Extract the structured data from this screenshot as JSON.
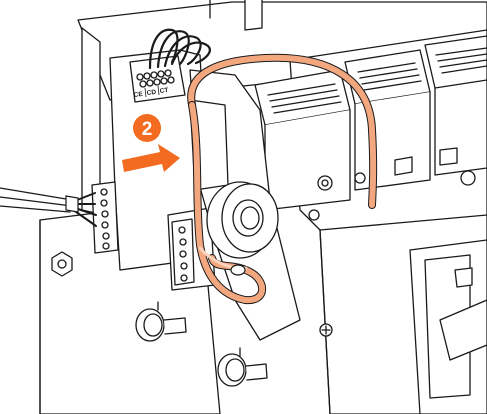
{
  "diagram": {
    "step_number": "2",
    "terminal_labels": [
      "CE",
      "CD",
      "CT"
    ],
    "colors": {
      "line": "#1a1a1a",
      "fill": "#ffffff",
      "cable": "#f3a77f",
      "cable_light": "#fbd3bd",
      "accent": "#f26b21",
      "badge_text": "#ffffff"
    }
  }
}
